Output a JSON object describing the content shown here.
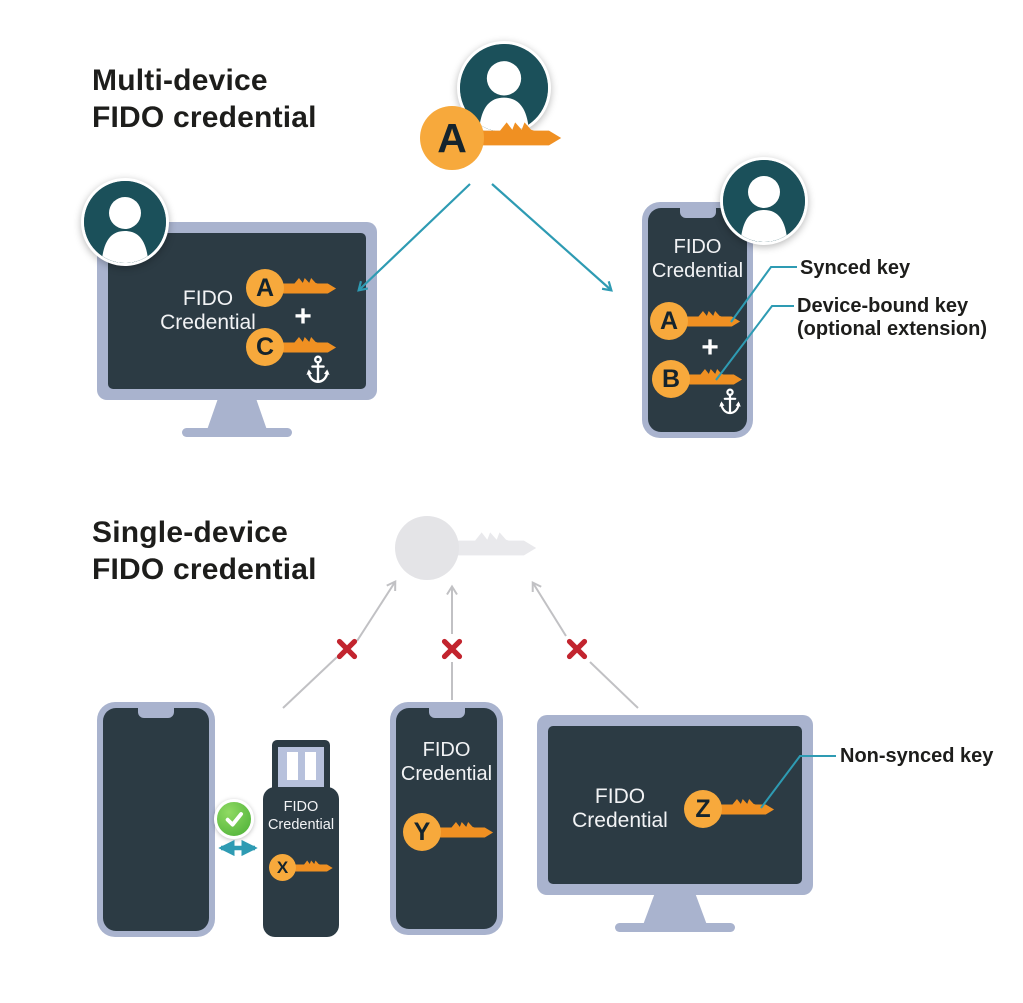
{
  "colors": {
    "accent_teal": "#2E9BB3",
    "frame_periwinkle": "#A9B3CE",
    "screen_dark": "#2C3B44",
    "key_head_orange": "#F7A93C",
    "key_shaft_orange": "#F09022",
    "avatar_teal": "#1B505A",
    "disabled_key_gray": "#E6E6E9",
    "blocked_arrow_gray": "#C1C1C4",
    "error_red": "#C2242E",
    "success_green": "#5CBE3E",
    "title_text": "#1D1D1B",
    "device_text": "#F2F3F5"
  },
  "icons": {
    "user_avatar": "person-silhouette",
    "passkey": "key",
    "anchor": "anchor",
    "success": "check-circle",
    "blocked": "cross-x",
    "sync_arrow": "arrow",
    "transfer_arrow": "double-headed-arrow"
  },
  "multi_device": {
    "title_line1": "Multi-device",
    "title_line2": "FIDO credential",
    "master_key_letter": "A",
    "monitor": {
      "label_line1": "FIDO",
      "label_line2": "Credential",
      "key1_letter": "A",
      "plus": "+",
      "key2_letter": "C"
    },
    "phone": {
      "label_line1": "FIDO",
      "label_line2": "Credential",
      "key1_letter": "A",
      "plus": "+",
      "key2_letter": "B"
    },
    "callouts": {
      "synced": "Synced key",
      "device_bound_line1": "Device-bound key",
      "device_bound_line2": "(optional extension)"
    }
  },
  "single_device": {
    "title_line1": "Single-device",
    "title_line2": "FIDO credential",
    "usb_key": {
      "label_line1": "FIDO",
      "label_line2": "Credential",
      "key_letter": "X"
    },
    "phone": {
      "label_line1": "FIDO",
      "label_line2": "Credential",
      "key_letter": "Y"
    },
    "monitor": {
      "label_line1": "FIDO",
      "label_line2": "Credential",
      "key_letter": "Z"
    },
    "callout_non_synced": "Non-synced key"
  }
}
